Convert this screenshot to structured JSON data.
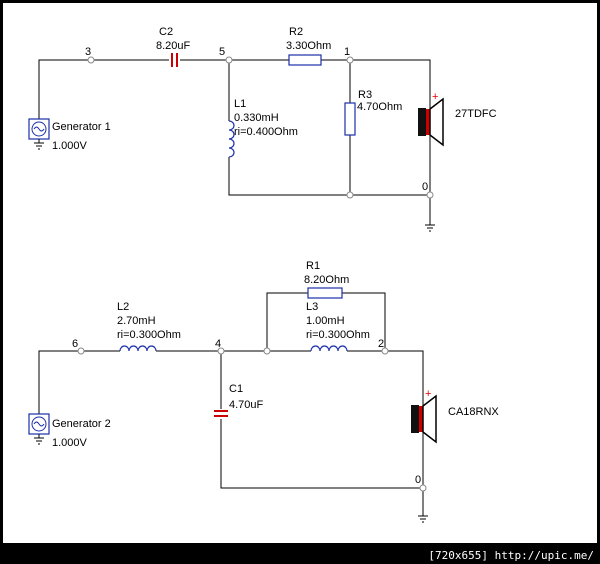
{
  "circuit1": {
    "generator": {
      "name": "Generator 1",
      "value": "1.000V"
    },
    "c2": {
      "name": "C2",
      "value": "8.20uF"
    },
    "r2": {
      "name": "R2",
      "value": "3.30Ohm"
    },
    "r3": {
      "name": "R3",
      "value": "4.70Ohm"
    },
    "l1": {
      "name": "L1",
      "value": "0.330mH",
      "ri": "ri=0.400Ohm"
    },
    "speaker": {
      "name": "27TDFC"
    },
    "nodes": {
      "n3": "3",
      "n5": "5",
      "n1": "1",
      "n0": "0"
    }
  },
  "circuit2": {
    "generator": {
      "name": "Generator 2",
      "value": "1.000V"
    },
    "l2": {
      "name": "L2",
      "value": "2.70mH",
      "ri": "ri=0.300Ohm"
    },
    "r1": {
      "name": "R1",
      "value": "8.20Ohm"
    },
    "l3": {
      "name": "L3",
      "value": "1.00mH",
      "ri": "ri=0.300Ohm"
    },
    "c1": {
      "name": "C1",
      "value": "4.70uF"
    },
    "speaker": {
      "name": "CA18RNX"
    },
    "nodes": {
      "n6": "6",
      "n4": "4",
      "n2": "2",
      "n0": "0"
    }
  },
  "watermark": "[720x655] http://upic.me/",
  "colors": {
    "component_blue": "#1a2fa8",
    "capacitor_red": "#cc0000",
    "polarity_red": "#e00000"
  }
}
